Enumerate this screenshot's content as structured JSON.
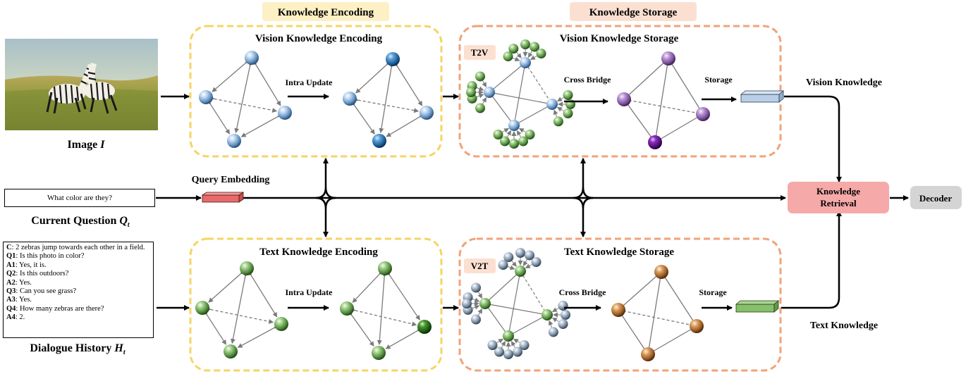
{
  "image_caption": "Image",
  "image_symbol": "I",
  "section_labels": {
    "encoding": "Knowledge Encoding",
    "storage": "Knowledge Storage"
  },
  "boxes": {
    "vision_encoding": "Vision Knowledge Encoding",
    "vision_storage": "Vision Knowledge Storage",
    "text_encoding": "Text Knowledge Encoding",
    "text_storage": "Text Knowledge Storage"
  },
  "tags": {
    "t2v": "T2V",
    "v2t": "V2T"
  },
  "arrow_labels": {
    "intra_update_top": "Intra Update",
    "intra_update_bottom": "Intra Update",
    "cross_bridge_top": "Cross Bridge",
    "cross_bridge_bottom": "Cross Bridge",
    "storage_top": "Storage",
    "storage_bottom": "Storage",
    "query_embedding": "Query Embedding",
    "vision_knowledge": "Vision Knowledge",
    "text_knowledge": "Text Knowledge"
  },
  "retrieval": {
    "line1": "Knowledge",
    "line2": "Retrieval"
  },
  "decoder": "Decoder",
  "question": {
    "text": "What color are they?",
    "caption": "Current  Question",
    "symbol": "Q",
    "subscript": "t"
  },
  "history": {
    "caption": "Dialogue History",
    "symbol": "H",
    "subscript": "t",
    "lines": [
      {
        "key": "C",
        "text": ": 2 zebras jump towards each other in a field."
      },
      {
        "key": "Q1",
        "text": ": Is this photo in color?"
      },
      {
        "key": "A1",
        "text": ": Yes, it is."
      },
      {
        "key": "Q2",
        "text": ": Is this outdoors?"
      },
      {
        "key": "A2",
        "text": ": Yes."
      },
      {
        "key": "Q3",
        "text": ": Can you see grass?"
      },
      {
        "key": "A3",
        "text": ": Yes."
      },
      {
        "key": "Q4",
        "text": ": How many zebras are there?"
      },
      {
        "key": "A4",
        "text": ": 2."
      }
    ]
  },
  "colors": {
    "encoding_border": "#f5d563",
    "encoding_label_bg": "#fdf0c4",
    "storage_border": "#f0a37a",
    "storage_label_bg": "#fbe0d2",
    "retrieval_bg": "#f6a9a9",
    "decoder_bg": "#d4d4d4",
    "query_embedding": "#e86a6a",
    "vision_storage_block": "#b9cfe8",
    "text_storage_block": "#86c06a"
  }
}
